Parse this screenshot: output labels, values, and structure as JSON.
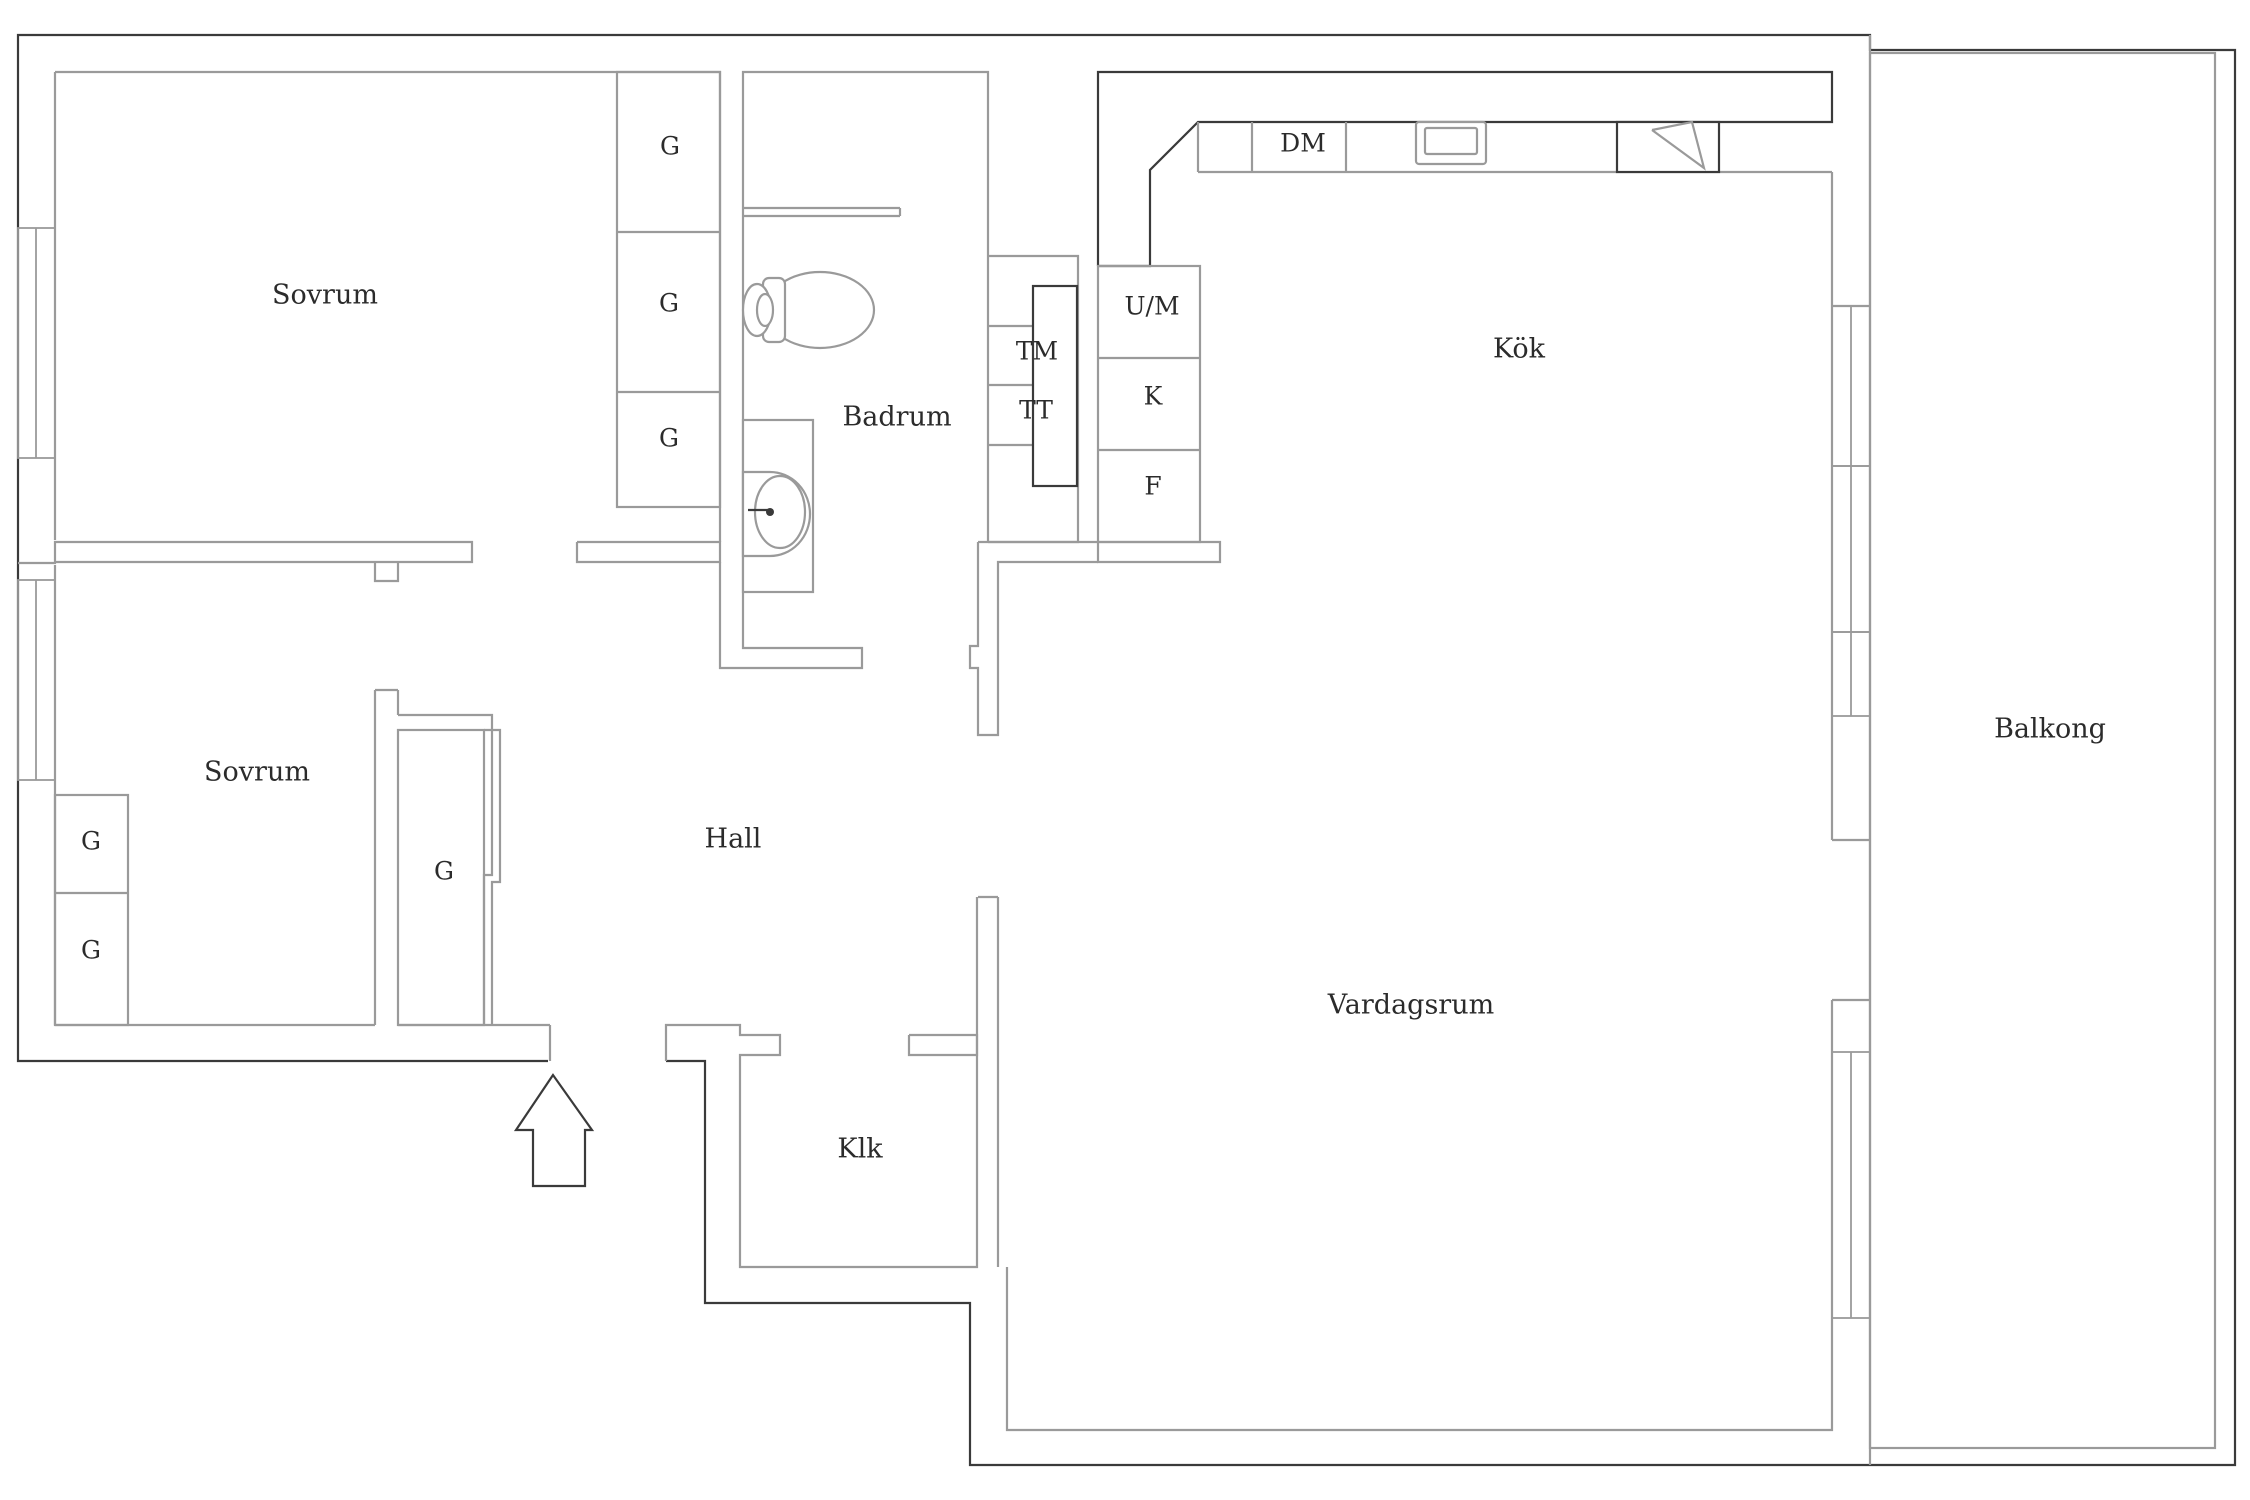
{
  "rooms": {
    "sovrum_top": "Sovrum",
    "sovrum_bottom": "Sovrum",
    "badrum": "Badrum",
    "kok": "Kök",
    "hall": "Hall",
    "klk": "Klk",
    "vardagsrum": "Vardagsrum",
    "balkong": "Balkong"
  },
  "cabinets": {
    "g": "G",
    "dm": "DM",
    "um": "U/M",
    "k": "K",
    "f": "F",
    "tm": "TM",
    "tt": "TT"
  }
}
